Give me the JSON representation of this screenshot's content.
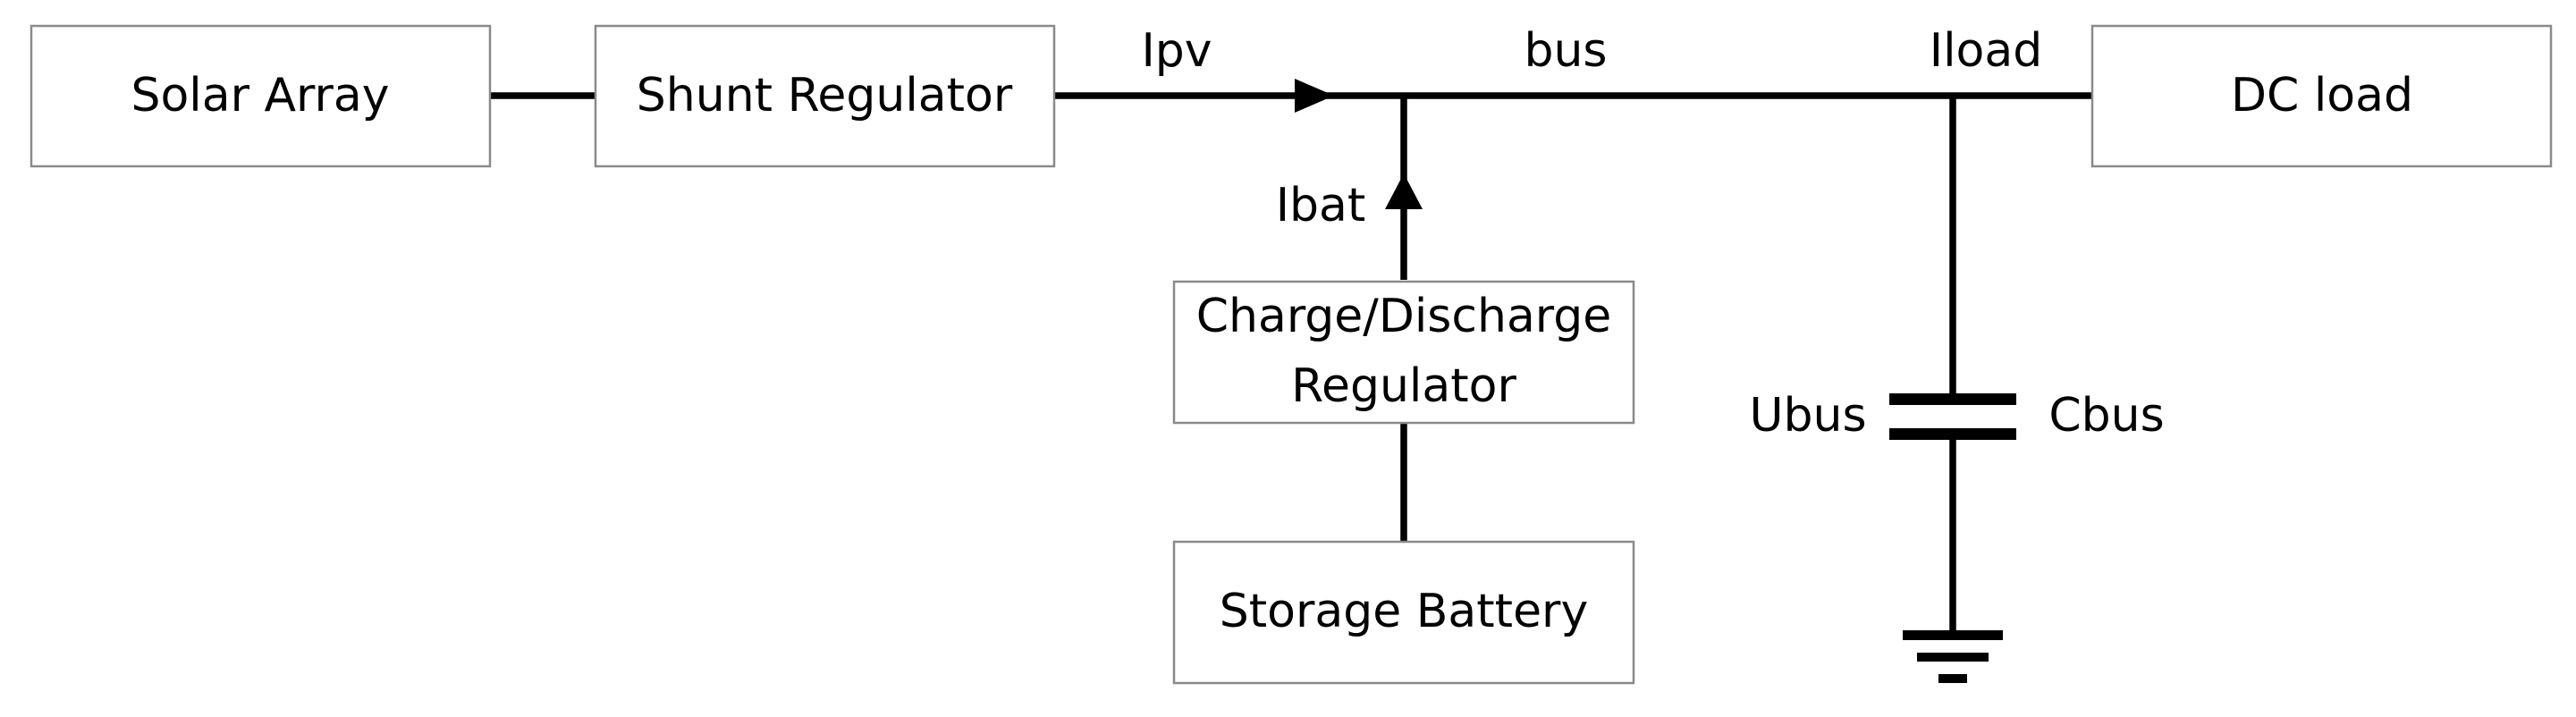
{
  "blocks": {
    "solar_array": "Solar Array",
    "shunt_regulator": "Shunt Regulator",
    "charge_regulator_line1": "Charge/Discharge",
    "charge_regulator_line2": "Regulator",
    "storage_battery": "Storage Battery",
    "dc_load": "DC load"
  },
  "signals": {
    "ipv": "Ipv",
    "bus": "bus",
    "iload": "Iload",
    "ibat": "Ibat",
    "ubus": "Ubus",
    "cbus": "Cbus"
  }
}
